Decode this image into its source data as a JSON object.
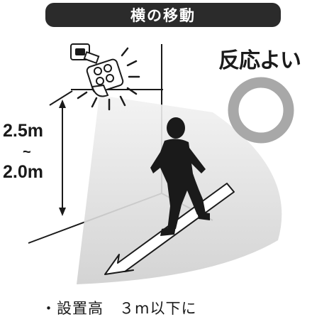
{
  "title": "横の移動",
  "response_label": "反応よい",
  "height_label": {
    "top": "2.5m",
    "tilde": "~",
    "bottom": "2.0m"
  },
  "caption": "・設置高　３m以下に",
  "colors": {
    "title_bar": "#2b2b2b",
    "response_ring": "#a8a8a8",
    "detection_zone": "#dcdcdc",
    "figure": "#1a1a1a",
    "arrow_fill": "#ffffff"
  },
  "icons": [
    "motion-sensor-light-icon",
    "walking-person-icon",
    "direction-arrow-icon",
    "circle-response-icon"
  ]
}
